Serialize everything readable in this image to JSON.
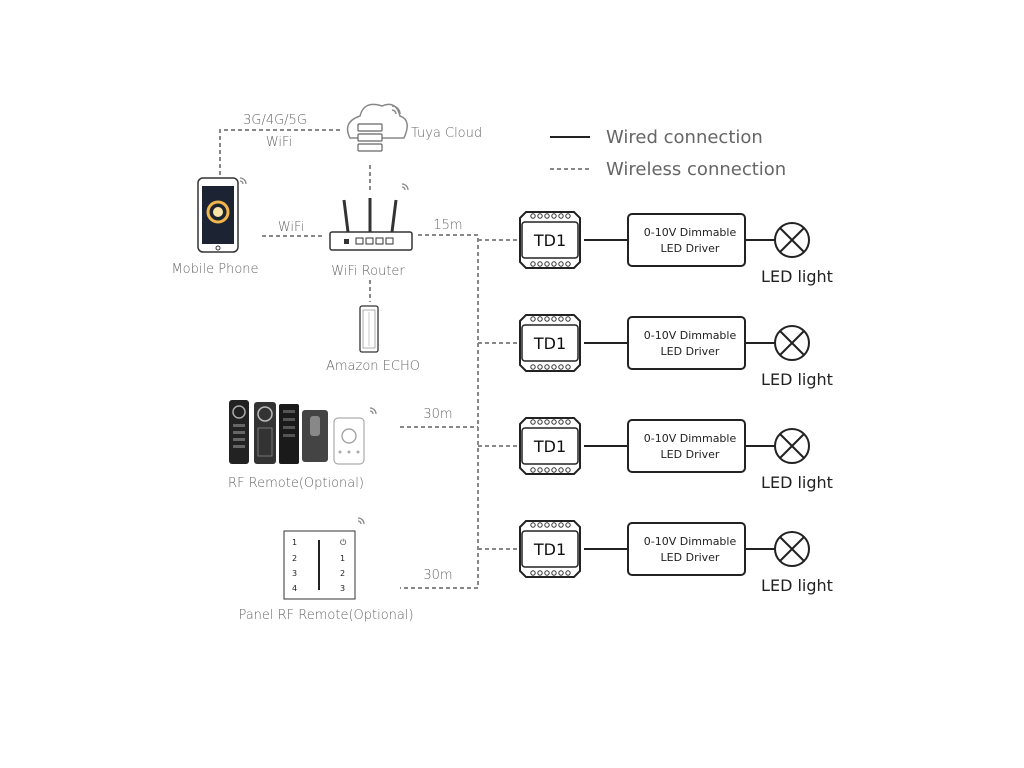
{
  "legend": {
    "wired": "Wired connection",
    "wireless": "Wireless connection"
  },
  "cloud": {
    "label": "Tuya Cloud"
  },
  "phone_link": {
    "line1": "3G/4G/5G",
    "line2": "WiFi"
  },
  "phone": {
    "label": "Mobile Phone"
  },
  "phone_router_link": {
    "label": "WiFi"
  },
  "router": {
    "label": "WiFi Router"
  },
  "router_td1_link": {
    "label": "15m"
  },
  "echo": {
    "label": "Amazon ECHO"
  },
  "rf_remote": {
    "label": "RF Remote(Optional)",
    "distance": "30m"
  },
  "panel_remote": {
    "label": "Panel RF Remote(Optional)",
    "distance": "30m",
    "left_keys": [
      "1",
      "2",
      "3",
      "4"
    ],
    "right_keys": [
      "⏻",
      "1",
      "2",
      "3"
    ]
  },
  "chains": [
    {
      "controller": "TD1",
      "driver_line1": "0-10V Dimmable",
      "driver_line2": "LED Driver",
      "light": "LED light"
    },
    {
      "controller": "TD1",
      "driver_line1": "0-10V Dimmable",
      "driver_line2": "LED Driver",
      "light": "LED light"
    },
    {
      "controller": "TD1",
      "driver_line1": "0-10V Dimmable",
      "driver_line2": "LED Driver",
      "light": "LED light"
    },
    {
      "controller": "TD1",
      "driver_line1": "0-10V Dimmable",
      "driver_line2": "LED Driver",
      "light": "LED light"
    }
  ],
  "colors": {
    "wired": "#222222",
    "wireless": "#888888",
    "text": "#666666"
  }
}
